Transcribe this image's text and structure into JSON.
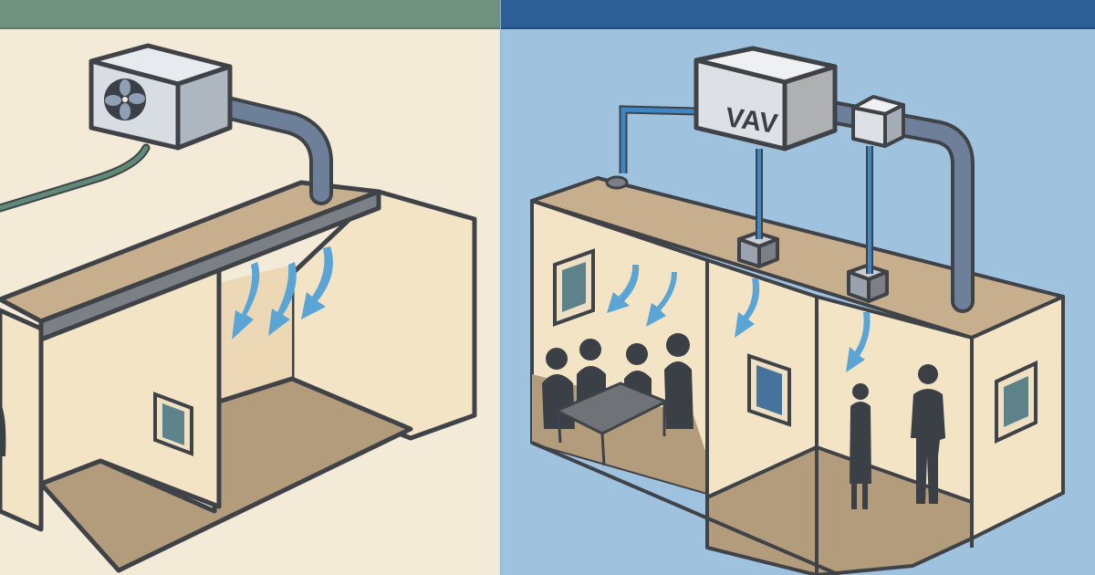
{
  "figure": {
    "subject": "Single-zone HVAC system vs. VAV (variable air volume) system",
    "panels": [
      {
        "id": "left",
        "system": "single-zone",
        "header_color": "#6f927e",
        "background_color": "#f4ead8",
        "elements": [
          "condenser-unit",
          "fan",
          "supply-duct",
          "refrigerant-line",
          "ceiling-duct",
          "airflow-arrows",
          "room",
          "window",
          "person-partial"
        ],
        "airflow_arrow_count": 3,
        "rooms": 1
      },
      {
        "id": "right",
        "system": "vav",
        "header_color": "#2d5f97",
        "background_color": "#9fc2de",
        "vav_box_label": "VAV",
        "elements": [
          "vav-box",
          "reheat-box",
          "supply-duct",
          "branch-ducts",
          "diffusers",
          "airflow-arrows",
          "rooms",
          "windows",
          "people",
          "conference-table"
        ],
        "rooms": 3,
        "airflow_arrow_count": 4,
        "people": {
          "meeting_room": 4,
          "right_room": 2
        }
      }
    ],
    "colors": {
      "outline": "#3f4347",
      "duct": "#6d7f99",
      "airflow": "#5aa5d6",
      "blue_pipe": "#3c87c6",
      "green_line": "#5e8b78",
      "wall": "#f2e2c2",
      "floor": "#b8a080",
      "ceiling": "#c7ae8c",
      "unit_face": "#d8dde3",
      "unit_side": "#aeb6c0",
      "silhouette": "#3b3f46",
      "window_glass": "#5d8289"
    }
  }
}
